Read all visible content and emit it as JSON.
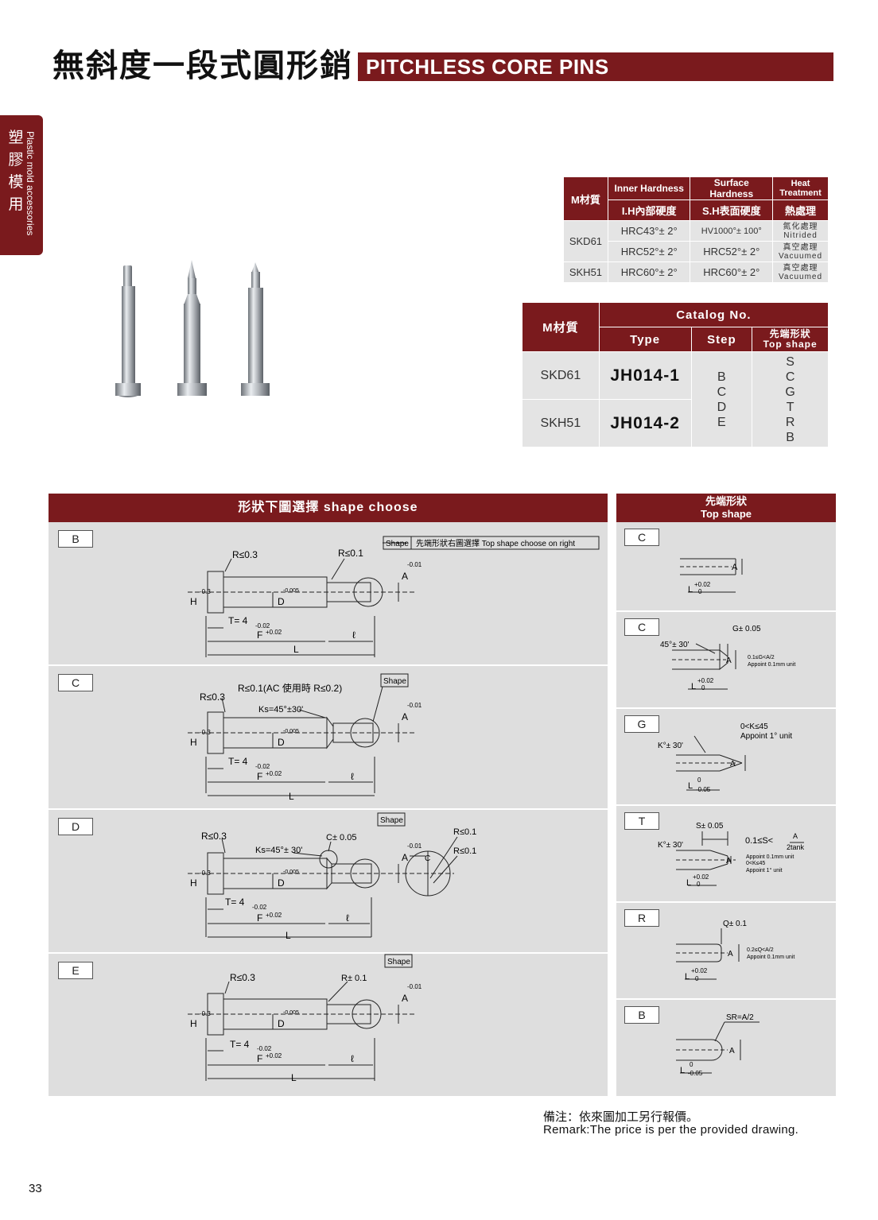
{
  "header": {
    "title_cn": "無斜度一段式圓形銷",
    "title_en": "PITCHLESS CORE PINS"
  },
  "side_tab": {
    "cn": [
      "塑",
      "膠",
      "模",
      "用"
    ],
    "en": "Plastic mold accessories"
  },
  "hardness_table": {
    "material_header": "M材質",
    "col_headers_en": [
      "Inner Hardness",
      "Surface Hardness",
      "Heat Treatment"
    ],
    "col_headers_cn": [
      "I.H內部硬度",
      "S.H表面硬度",
      "熱處理"
    ],
    "rows": [
      {
        "material": "SKD61",
        "ih": "HRC43°± 2°",
        "sh": "HV1000°± 100°",
        "ht_cn": "氮化處理",
        "ht_en": "Nitrided"
      },
      {
        "material": "",
        "ih": "HRC52°± 2°",
        "sh": "HRC52°± 2°",
        "ht_cn": "真空處理",
        "ht_en": "Vacuumed"
      },
      {
        "material": "SKH51",
        "ih": "HRC60°± 2°",
        "sh": "HRC60°± 2°",
        "ht_cn": "真空處理",
        "ht_en": "Vacuumed"
      }
    ]
  },
  "catalog_table": {
    "material_header": "M材質",
    "catalog_header": "Catalog No.",
    "type_header": "Type",
    "step_header": "Step",
    "top_shape_header_cn": "先端形狀",
    "top_shape_header_en": "Top shape",
    "rows": [
      {
        "material": "SKD61",
        "type": "JH014-1"
      },
      {
        "material": "SKH51",
        "type": "JH014-2"
      }
    ],
    "steps": [
      "B",
      "C",
      "D",
      "E"
    ],
    "top_shapes": [
      "S",
      "C",
      "G",
      "T",
      "R",
      "B"
    ]
  },
  "shape_panel": {
    "title": "形狀下圖選擇 shape choose",
    "sections": [
      {
        "label": "B",
        "r1": "R≤0.3",
        "r2": "R≤0.1",
        "shape_tag": "Shape",
        "shape_note": "先端形狀右圖選擇 Top shape choose on right",
        "h": "H",
        "h_tol": "0\n-0.3",
        "d": "D",
        "d_tol": "0 -0.005",
        "a": "A",
        "a_tol": "0 -0.01",
        "t": "T= 4",
        "t_tol": "0 -0.02",
        "f": "F",
        "f_tol": "+0.02 0",
        "ell": "ℓ",
        "l": "L"
      },
      {
        "label": "C",
        "r1": "R≤0.3",
        "r2": "R≤0.1(AC 使用時 R≤0.2)",
        "ks": "Ks=45°±30'",
        "shape_tag": "Shape",
        "h": "H",
        "d": "D",
        "a": "A",
        "t": "T= 4",
        "f": "F",
        "ell": "ℓ",
        "l": "L"
      },
      {
        "label": "D",
        "r1": "R≤0.3",
        "c": "C± 0.05",
        "ks": "Ks=45°± 30'",
        "r3": "R≤0.1",
        "r4": "R≤0.1",
        "c_small": "C",
        "shape_tag": "Shape",
        "h": "H",
        "d": "D",
        "a": "A",
        "t": "T= 4",
        "f": "F",
        "ell": "ℓ",
        "l": "L"
      },
      {
        "label": "E",
        "r1": "R≤0.3",
        "r2": "R± 0.1",
        "shape_tag": "Shape",
        "h": "H",
        "d": "D",
        "a": "A",
        "t": "T= 4",
        "f": "F",
        "ell": "ℓ",
        "l": "L"
      }
    ],
    "tol_0": "0",
    "tol_m03": "-0.3",
    "tol_m0005": "-0.005",
    "tol_m001": "-0.01",
    "tol_m002": "-0.02",
    "tol_p002": "+0.02"
  },
  "top_shape_panel": {
    "title_cn": "先端形狀",
    "title_en": "Top shape",
    "sections": [
      {
        "label": "C",
        "l": "L",
        "l_tol_top": "+0.02",
        "l_tol_bot": "0",
        "a": "A"
      },
      {
        "label": "C",
        "g": "G± 0.05",
        "angle": "45°± 30'",
        "note1": "0.1≤G<A/2",
        "note2": "Appoint 0.1mm unit",
        "l": "L",
        "l_tol_top": "+0.02",
        "l_tol_bot": "0",
        "a": "A"
      },
      {
        "label": "G",
        "k": "0<K≤45",
        "appoint": "Appoint 1°  unit",
        "angle": "K°± 30'",
        "l": "L",
        "l_tol_top": "0",
        "l_tol_bot": "-0.05",
        "a": "A"
      },
      {
        "label": "T",
        "s": "S± 0.05",
        "k_angle": "K°± 30'",
        "formula_left": "0.1≤S<",
        "formula_num": "A",
        "formula_den": "2tank",
        "note1": "Appoint 0.1mm unit",
        "note2": "0<K≤45",
        "note3": "Appoint 1°  unit",
        "l": "L",
        "l_tol_top": "+0.02",
        "l_tol_bot": "0",
        "a": "A"
      },
      {
        "label": "R",
        "q": "Q± 0.1",
        "note1": "0.2≤Q<A/2",
        "note2": "Appoint 0.1mm unit",
        "l": "L",
        "l_tol_top": "+0.02",
        "l_tol_bot": "0",
        "a": "A"
      },
      {
        "label": "B",
        "sr": "SR=A/2",
        "l": "L",
        "l_tol_top": "0",
        "l_tol_bot": "-0.05",
        "a": "A"
      }
    ]
  },
  "remark": {
    "cn": "備注：依來圖加工另行報價。",
    "en": "Remark:The price is per the provided drawing."
  },
  "page_number": "33",
  "colors": {
    "accent": "#7a1a1d",
    "panel": "#dedede"
  }
}
